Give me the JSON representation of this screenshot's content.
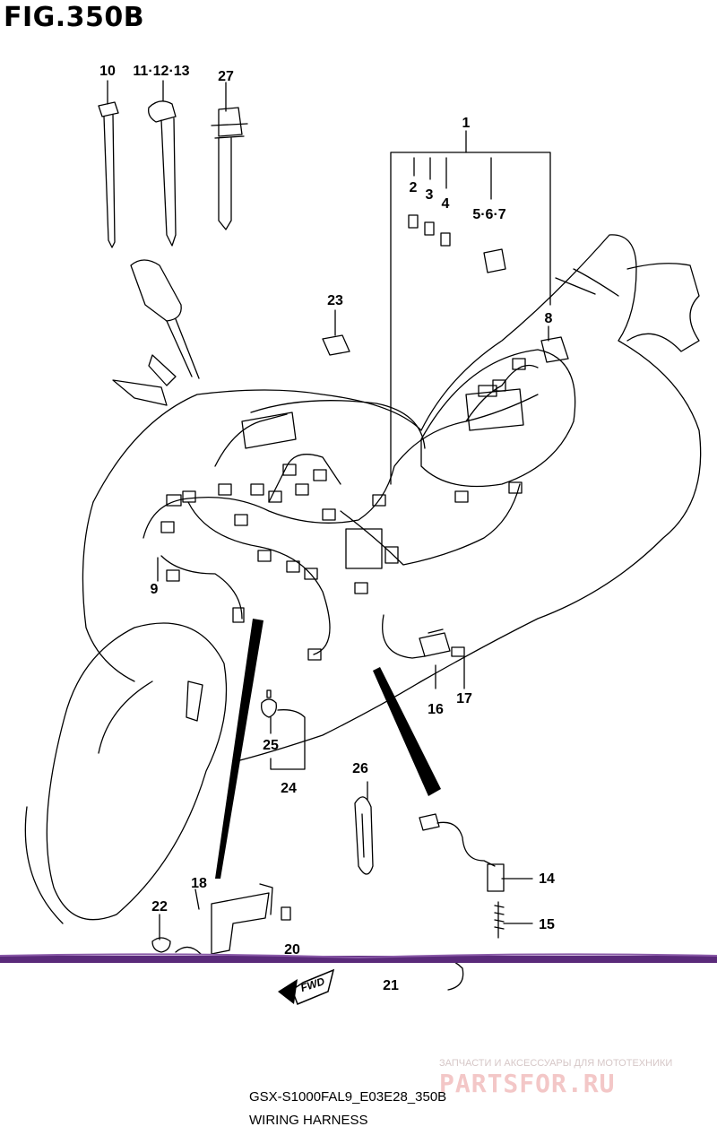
{
  "figure": {
    "title": "FIG.350B",
    "code": "GSX-S1000FAL9_E03E28_350B",
    "name": "WIRING HARNESS"
  },
  "callouts": [
    "10",
    "11·12·13",
    "27",
    "1",
    "2",
    "3",
    "4",
    "5·6·7",
    "8",
    "23",
    "9",
    "16",
    "17",
    "25",
    "24",
    "26",
    "14",
    "15",
    "18",
    "22",
    "20",
    "21"
  ],
  "arrow_label": "FWD",
  "watermark": {
    "tagline": "ЗАПЧАСТИ И АКСЕССУАРЫ ДЛЯ МОТОТЕХНИКИ",
    "logo": "PARTSFOR.RU"
  },
  "colors": {
    "line": "#000000",
    "cut_band": "#5a2a7a",
    "watermark": "#f3c7c7"
  }
}
